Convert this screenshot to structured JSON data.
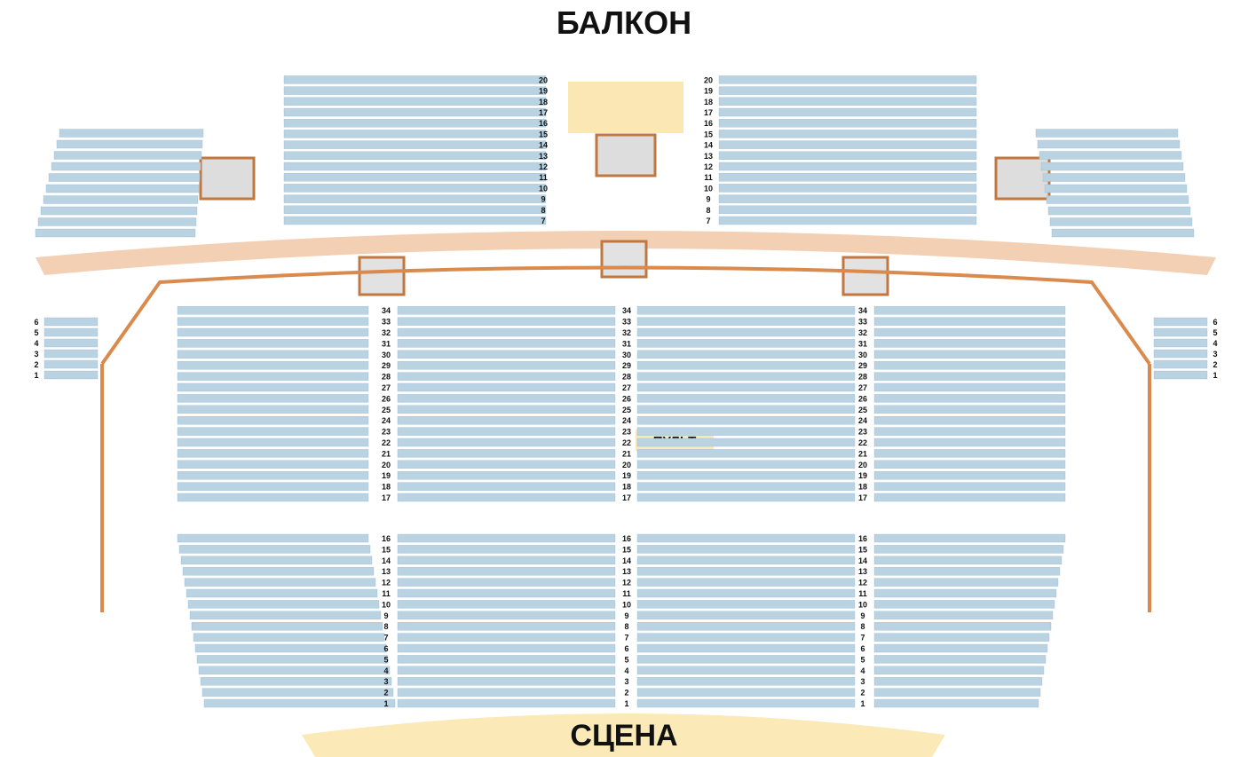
{
  "labels": {
    "balcony": "БАЛКОН",
    "stage": "СЦЕНА",
    "console": "ПУЛЬТ"
  },
  "colors": {
    "seat": "#b9d3e3",
    "seat_stroke": "#9fbfd2",
    "balcony_floor": "#f3cfb4",
    "box_fill": "#f1c7a5",
    "railing": "#d98a4c",
    "stage": "#fbeab7",
    "console": "#fbe7b3"
  },
  "parterre": {
    "center_rows": [
      1,
      2,
      3,
      4,
      5,
      6,
      7,
      8,
      9,
      10,
      11,
      12,
      13,
      14,
      15,
      16,
      17,
      18,
      19,
      20,
      21,
      22,
      23,
      24,
      25,
      26,
      27,
      28,
      29,
      30,
      31,
      32,
      33,
      34
    ]
  },
  "balcony": {
    "center_rows": [
      7,
      8,
      9,
      10,
      11,
      12,
      13,
      14,
      15,
      16,
      17,
      18,
      19,
      20
    ]
  },
  "side_rows": {
    "left": [
      1,
      2,
      3,
      4,
      5,
      6
    ],
    "right": [
      1,
      2,
      3,
      4,
      5,
      6
    ]
  }
}
